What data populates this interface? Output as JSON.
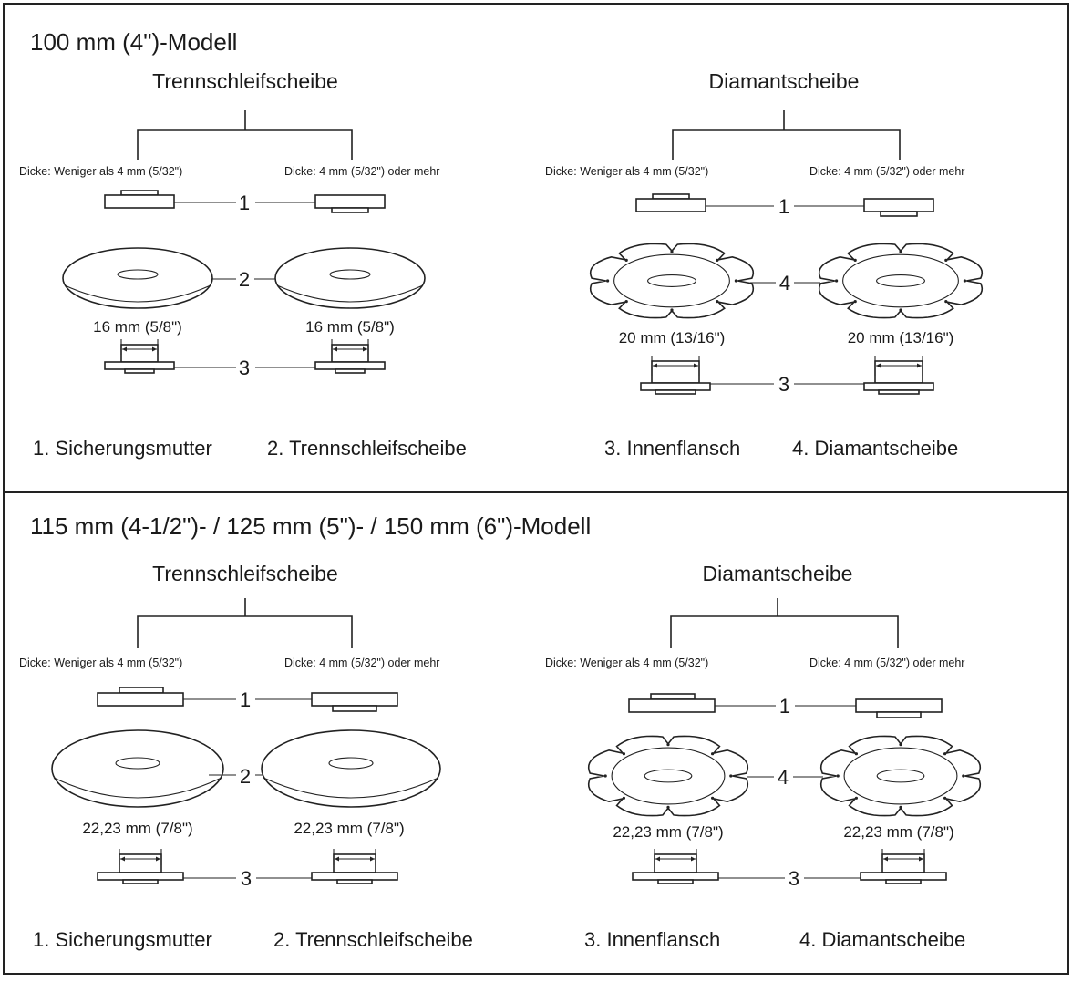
{
  "panels": [
    {
      "title": "100 mm (4\")-Modell",
      "left_heading": "Trennschleifscheibe",
      "right_heading": "Diamantscheibe",
      "thin_label": "Dicke: Weniger als 4 mm (5/32\")",
      "thick_label": "Dicke: 4 mm (5/32\") oder mehr",
      "callouts": {
        "nut": "1",
        "abrasive": "2",
        "flange": "3",
        "diamond": "4"
      },
      "abrasive_bore": "16 mm (5/8\")",
      "diamond_bore": "20 mm (13/16\")",
      "legend": [
        "1. Sicherungsmutter",
        "2. Trennschleifscheibe",
        "3. Innenflansch",
        "4. Diamantscheibe"
      ]
    },
    {
      "title": "115 mm  (4-1/2\")- / 125 mm (5\")- / 150 mm (6\")-Modell",
      "left_heading": "Trennschleifscheibe",
      "right_heading": "Diamantscheibe",
      "thin_label": "Dicke: Weniger als 4 mm (5/32\")",
      "thick_label": "Dicke: 4 mm (5/32\") oder mehr",
      "callouts": {
        "nut": "1",
        "abrasive": "2",
        "flange": "3",
        "diamond": "4"
      },
      "abrasive_bore": "22,23 mm (7/8\")",
      "diamond_bore": "22,23 mm (7/8\")",
      "legend": [
        "1. Sicherungsmutter",
        "2. Trennschleifscheibe",
        "3. Innenflansch",
        "4. Diamantscheibe"
      ]
    }
  ]
}
